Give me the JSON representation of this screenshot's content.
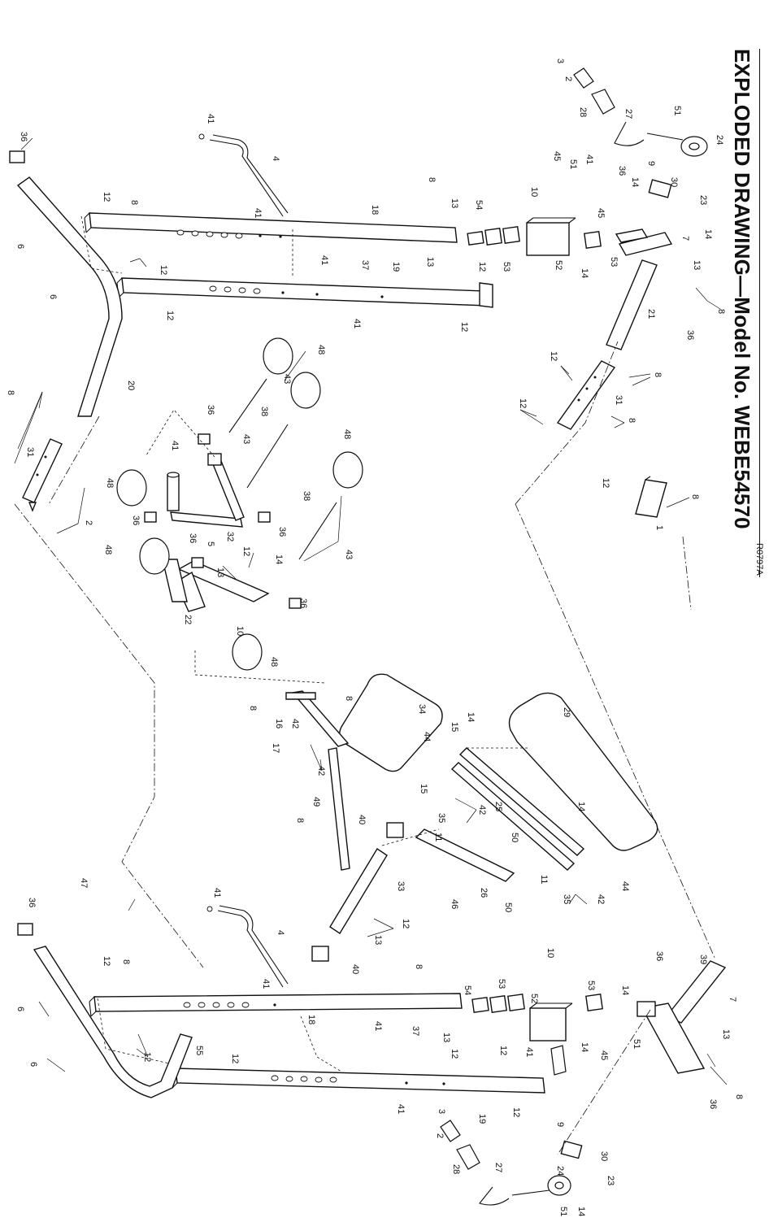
{
  "title": "EXPLODED DRAWING—Model No. WEBE54570",
  "drawing_code": "R0797A",
  "part_labels": {
    "p1": "1",
    "p2": "2",
    "p3": "3",
    "p4": "4",
    "p5": "5",
    "p6": "6",
    "p7": "7",
    "p8": "8",
    "p9": "9",
    "p10": "10",
    "p11": "11",
    "p12": "12",
    "p13": "13",
    "p14": "14",
    "p15": "15",
    "p16": "16",
    "p17": "17",
    "p18": "18",
    "p19": "19",
    "p20": "20",
    "p21": "21",
    "p22": "22",
    "p23": "23",
    "p24": "24",
    "p25": "25",
    "p26": "26",
    "p27": "27",
    "p28": "28",
    "p29": "29",
    "p30": "30",
    "p31": "31",
    "p32": "32",
    "p33": "33",
    "p34": "34",
    "p35": "35",
    "p36": "36",
    "p37": "37",
    "p38": "38",
    "p39": "39",
    "p40": "40",
    "p41": "41",
    "p42": "42",
    "p43": "43",
    "p44": "44",
    "p45": "45",
    "p46": "46",
    "p47": "47",
    "p48": "48",
    "p49": "49",
    "p50": "50",
    "p51": "51",
    "p52": "52",
    "p53": "53",
    "p54": "54",
    "p55": "55"
  }
}
